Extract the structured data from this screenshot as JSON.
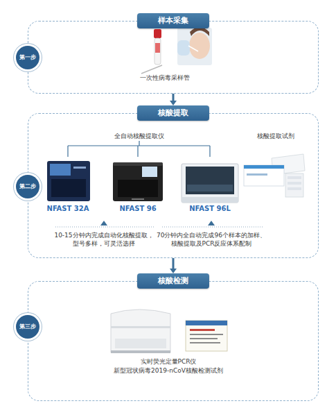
{
  "diagram": {
    "nodes": [
      {
        "text": [
          "样本采集"
        ]
      },
      {
        "text": [
          "第一步"
        ],
        "in": 0
      },
      {
        "text": [
          "核酸提取"
        ]
      },
      {
        "text": [
          "第二步"
        ],
        "in": 2
      },
      {
        "text": [
          "核酸检测"
        ]
      },
      {
        "text": [
          "第三步"
        ],
        "in": 4
      }
    ],
    "edges": [
      {
        "from": 0,
        "to": 2,
        "arrow": "to"
      },
      {
        "from": 2,
        "to": 4,
        "arrow": "to"
      }
    ],
    "labels": [
      "一次性病毒采样管",
      "全自动核酸提取仪",
      "核酸提取试剂",
      "NFAST 32A",
      "NFAST 96",
      "NFAST 96L",
      "10-15分钟内完成自动化核酸提取， 型号多样，可灵活选择",
      "70分钟内全自动完成96个样本的加样、 核酸提取及PCR反应体系配制",
      "实时荧光定量PCR仪",
      "新型冠状病毒2019-nCoV核酸检测试剂"
    ]
  }
}
